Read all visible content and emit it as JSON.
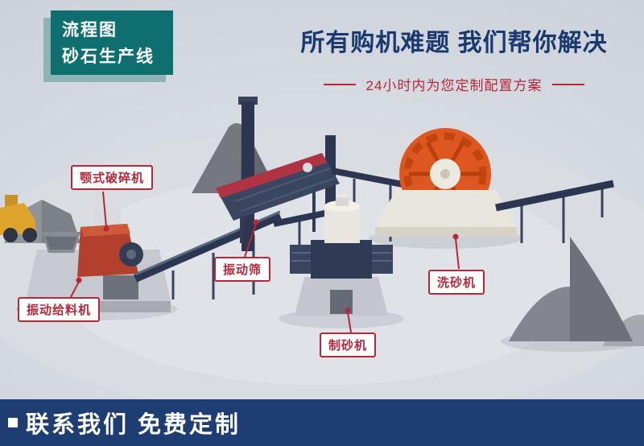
{
  "header": {
    "badge": {
      "line1": "流程图",
      "line2": "砂石生产线"
    },
    "title": "所有购机难题 我们帮你解决",
    "subtitle": "24小时内为您定制配置方案"
  },
  "diagram": {
    "labels": [
      {
        "id": "jaw-crusher",
        "text": "颚式破碎机"
      },
      {
        "id": "vibrating-feeder",
        "text": "振动给料机"
      },
      {
        "id": "vibrating-screen",
        "text": "振动筛"
      },
      {
        "id": "sand-maker",
        "text": "制砂机"
      },
      {
        "id": "sand-washer",
        "text": "洗砂机"
      }
    ]
  },
  "footer": {
    "text": "联系我们 免费定制"
  },
  "colors": {
    "badge_teal": "#0f6e70",
    "badge_shadow": "#8fb2b5",
    "title_navy": "#1a3a6e",
    "accent_red": "#b5283a",
    "footer_navy": "#1e3e73",
    "machine_navy": "#2c3650",
    "washer_orange": "#de5620"
  }
}
